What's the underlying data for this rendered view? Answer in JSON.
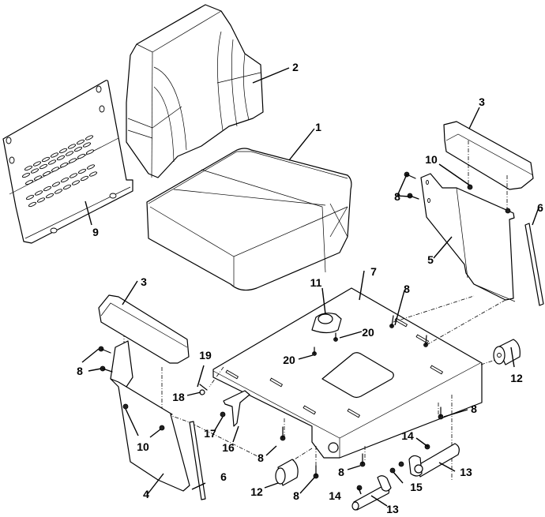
{
  "diagram": {
    "title": "Seat Assembly Exploded View",
    "callouts": [
      {
        "id": "c1",
        "label": "1",
        "part": "seat-cushion"
      },
      {
        "id": "c2",
        "label": "2",
        "part": "seat-back"
      },
      {
        "id": "c3a",
        "label": "3",
        "part": "armrest-right"
      },
      {
        "id": "c3b",
        "label": "3",
        "part": "armrest-left"
      },
      {
        "id": "c4",
        "label": "4",
        "part": "armrest-bracket-left"
      },
      {
        "id": "c5",
        "label": "5",
        "part": "armrest-bracket-right"
      },
      {
        "id": "c6a",
        "label": "6",
        "part": "trim-strip-right"
      },
      {
        "id": "c6b",
        "label": "6",
        "part": "trim-strip-left"
      },
      {
        "id": "c7",
        "label": "7",
        "part": "seat-base-plate"
      },
      {
        "id": "c8a",
        "label": "8",
        "part": "bolt"
      },
      {
        "id": "c8b",
        "label": "8",
        "part": "bolt"
      },
      {
        "id": "c8c",
        "label": "8",
        "part": "bolt"
      },
      {
        "id": "c8d",
        "label": "8",
        "part": "bolt"
      },
      {
        "id": "c8e",
        "label": "8",
        "part": "bolt"
      },
      {
        "id": "c8f",
        "label": "8",
        "part": "bolt"
      },
      {
        "id": "c8g",
        "label": "8",
        "part": "bolt"
      },
      {
        "id": "c9",
        "label": "9",
        "part": "rear-panel"
      },
      {
        "id": "c10a",
        "label": "10",
        "part": "nut"
      },
      {
        "id": "c10b",
        "label": "10",
        "part": "nut"
      },
      {
        "id": "c11",
        "label": "11",
        "part": "seat-switch"
      },
      {
        "id": "c12a",
        "label": "12",
        "part": "bumper"
      },
      {
        "id": "c12b",
        "label": "12",
        "part": "bumper"
      },
      {
        "id": "c13a",
        "label": "13",
        "part": "pivot-pin"
      },
      {
        "id": "c13b",
        "label": "13",
        "part": "pivot-pin"
      },
      {
        "id": "c14a",
        "label": "14",
        "part": "screw"
      },
      {
        "id": "c14b",
        "label": "14",
        "part": "screw"
      },
      {
        "id": "c15",
        "label": "15",
        "part": "nut"
      },
      {
        "id": "c16",
        "label": "16",
        "part": "latch"
      },
      {
        "id": "c17",
        "label": "17",
        "part": "spring"
      },
      {
        "id": "c18",
        "label": "18",
        "part": "clevis-pin"
      },
      {
        "id": "c19",
        "label": "19",
        "part": "cotter-pin"
      },
      {
        "id": "c20a",
        "label": "20",
        "part": "screw"
      },
      {
        "id": "c20b",
        "label": "20",
        "part": "screw"
      }
    ]
  }
}
